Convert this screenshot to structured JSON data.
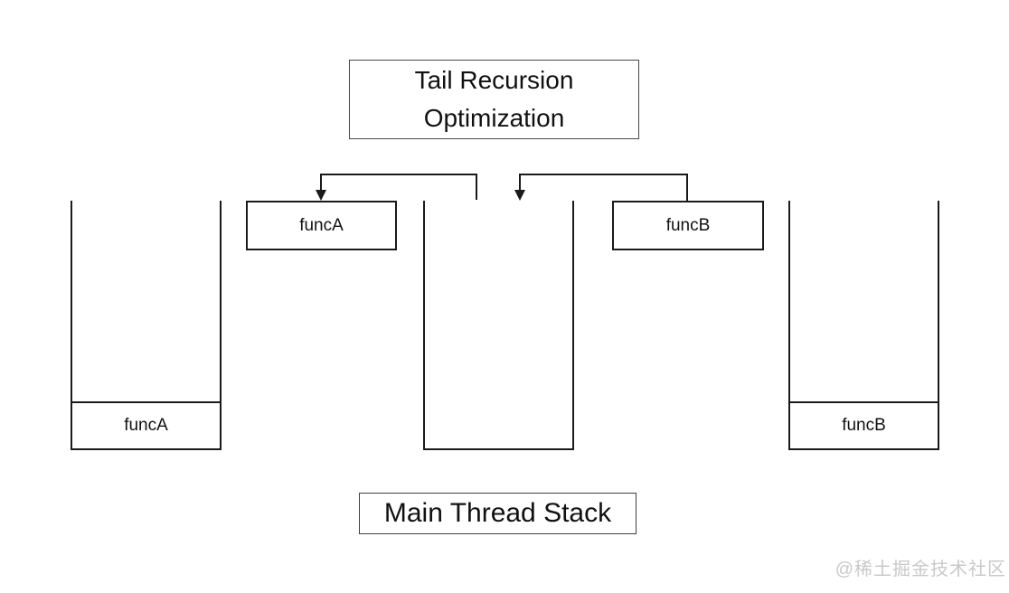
{
  "diagram": {
    "title": {
      "line1": "Tail Recursion",
      "line2": "Optimization"
    },
    "floating_frames": [
      {
        "id": "funcA",
        "label": "funcA"
      },
      {
        "id": "funcB",
        "label": "funcB"
      }
    ],
    "stacks": [
      {
        "id": "left",
        "frames": [
          {
            "label": "funcA"
          }
        ]
      },
      {
        "id": "middle",
        "frames": []
      },
      {
        "id": "right",
        "frames": [
          {
            "label": "funcB"
          }
        ]
      }
    ],
    "arrows": [
      {
        "from": "middle-stack",
        "to": "frame-funcA"
      },
      {
        "from": "frame-funcB",
        "to": "middle-stack"
      }
    ],
    "caption": "Main Thread Stack",
    "colors": {
      "line": "#1a1a1a",
      "background": "#ffffff",
      "watermark_text": "#c9c9c9"
    }
  },
  "watermark": {
    "text": "@稀土掘金技术社区"
  }
}
